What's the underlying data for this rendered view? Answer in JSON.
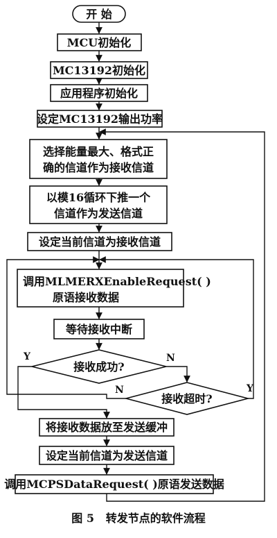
{
  "nodes": {
    "start": "开  始",
    "mcu_init": "MCU初始化",
    "mc13192_init": "MC13192初始化",
    "app_init": "应用程序初始化",
    "set_power": "设定MC13192输出功率",
    "select_rx_1": "选择能量最大、格式正",
    "select_rx_2": "确的信道作为接收信道",
    "mod16_1": "以模16循环下推一个",
    "mod16_2": "信道作为发送信道",
    "set_cur_rx": "设定当前信道为接收信道",
    "call_rx_1": "调用MLMERXEnableRequest( )",
    "call_rx_2": "原语接收数据",
    "wait_rx": "等待接收中断",
    "rx_success": "接收成功?",
    "rx_timeout": "接收超时?",
    "put_buffer": "将接收数据放至发送缓冲",
    "set_cur_tx": "设定当前信道为发送信道",
    "call_tx": "调用MCPSDataRequest( )原语发送数据"
  },
  "labels": {
    "yes_left": "Y",
    "no_right": "N",
    "no_left": "N",
    "yes_right": "Y"
  },
  "caption": "图 5   转发节点的软件流程"
}
